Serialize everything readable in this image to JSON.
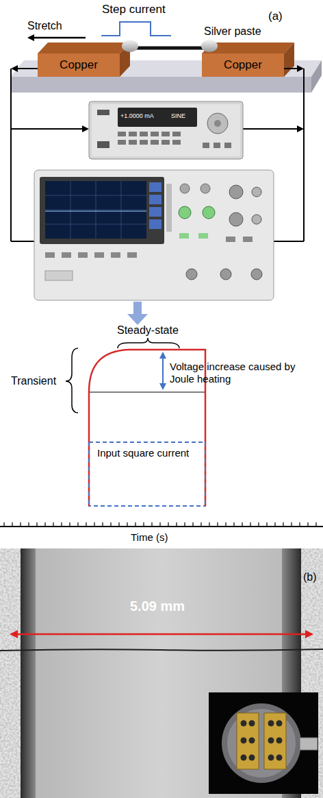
{
  "diagram": {
    "nodes": [
      {
        "text": [
          "Copper"
        ]
      },
      {
        "text": [
          "Copper"
        ]
      }
    ],
    "labels": [
      "Step current",
      "(a)",
      "Stretch",
      "Silver paste",
      "+1.0000 mA",
      "SINE",
      "Steady-state",
      "Transient",
      "Voltage increase caused by Joule heating",
      "Input square current",
      "Time (s)",
      "5.09 mm",
      "(b)"
    ]
  }
}
